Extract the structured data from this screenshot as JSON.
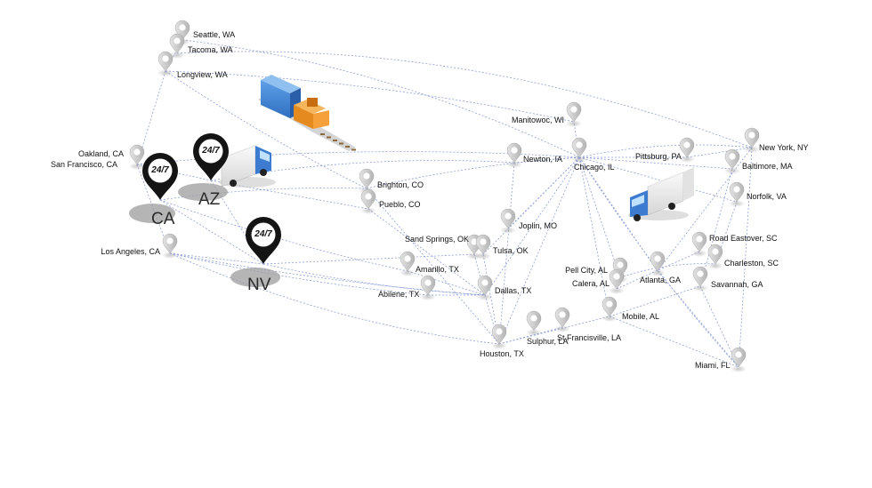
{
  "map": {
    "route_color": "#7b8fd0",
    "hub_pin_color": "#111111",
    "city_pin_color": "#c8c8c8",
    "cities": {
      "seattle": "Seattle, WA",
      "tacoma": "Tacoma, WA",
      "longview": "Longview, WA",
      "oakland": "Oakland, CA",
      "sanfrancisco": "San Francisco, CA",
      "losangeles": "Los Angeles, CA",
      "brighton": "Brighton, CO",
      "pueblo": "Pueblo, CO",
      "manitowoc": "Manitowoc, WI",
      "newton": "Newton, IA",
      "chicago": "Chicago, IL",
      "pittsburg": "Pittsburg, PA",
      "newyork": "New York, NY",
      "baltimore": "Baltimore, MA",
      "norfolk": "Norfolk, VA",
      "joplin": "Joplin, MO",
      "sandsprings": "Sand Springs, OK",
      "tulsa": "Tulsa, OK",
      "amarillo": "Amarillo, TX",
      "abilene": "Abilene, TX",
      "dallas": "Dallas, TX",
      "houston": "Houston, TX",
      "sulphur": "Sulphur, LA",
      "stfrancisville": "St Francisville, LA",
      "pellcity": "Pell City, AL",
      "calera": "Calera, AL",
      "mobile": "Mobile, AL",
      "atlanta": "Atlanta, GA",
      "roadeastover": "Road Eastover, SC",
      "charleston": "Charleston, SC",
      "savannah": "Savannah, GA",
      "miami": "Miami, FL"
    },
    "hubs": {
      "ca": {
        "region": "CA",
        "badge": "24/7"
      },
      "az": {
        "region": "AZ",
        "badge": "24/7"
      },
      "nv": {
        "region": "NV",
        "badge": "24/7"
      }
    }
  }
}
